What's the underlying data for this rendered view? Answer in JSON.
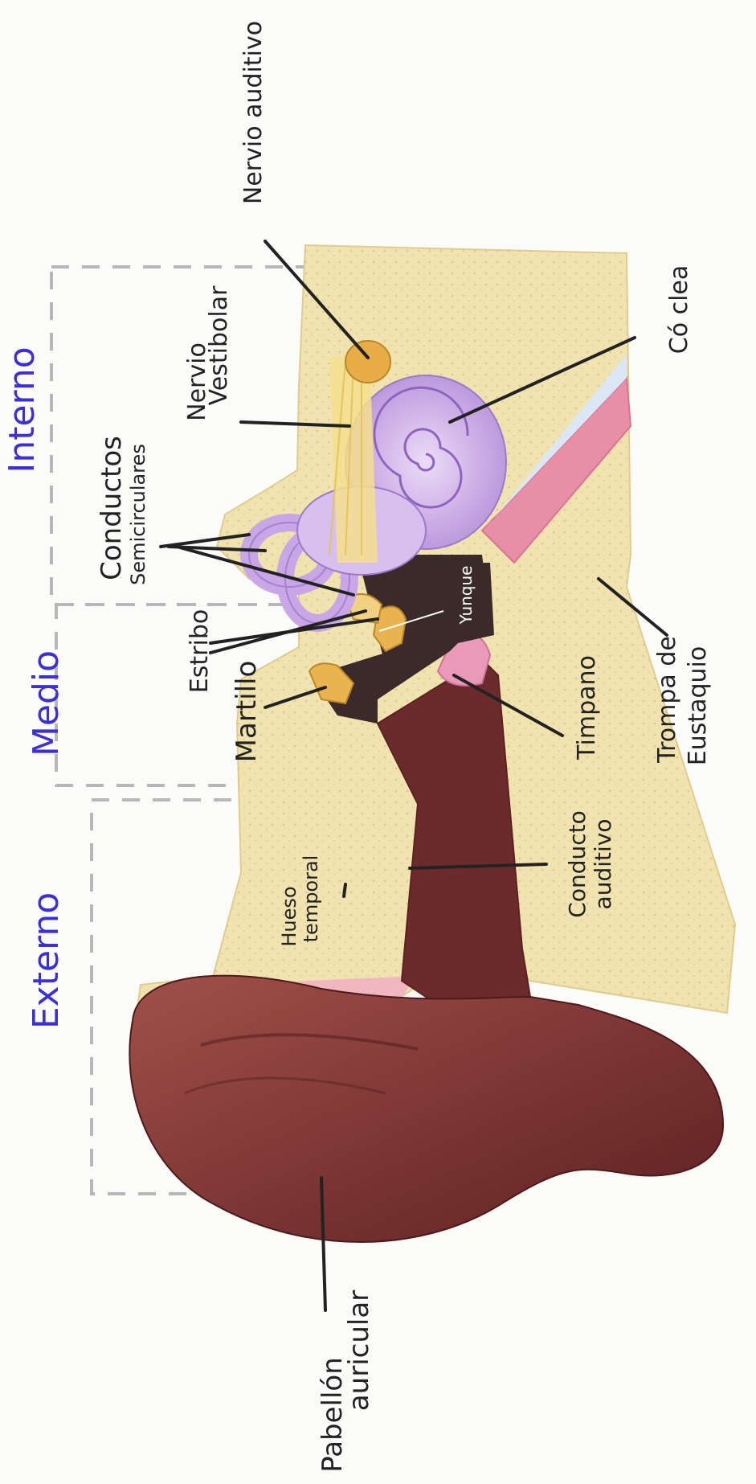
{
  "sections": {
    "externo": "Externo",
    "medio": "Medio",
    "interno": "Interno"
  },
  "labels": {
    "nervio_auditivo": "Nervio auditivo",
    "nervio_vestibular_1": "Nervio",
    "nervio_vestibular_2": "Vestibolar",
    "conductos_1": "Conductos",
    "conductos_2": "Semicirculares",
    "coclea": "Có clea",
    "estribo": "Estribo",
    "yunque": "Yunque",
    "martillo": "Martillo",
    "timpano": "Timpano",
    "trompa_1": "Trompa de",
    "trompa_2": "Eustaquio",
    "hueso_1": "Hueso",
    "hueso_2": "temporal",
    "conducto_1": "Conducto",
    "conducto_2": "auditivo",
    "pabellon_1": "Pabellón",
    "pabellon_2": "auricular"
  },
  "colors": {
    "section_ink": "#3b2fd6",
    "label_ink": "#222222",
    "bone": "#f1e3b0",
    "auricle": "#7c2f2c",
    "cochlea": "#c9a6e6",
    "tympanum": "#e99ab9",
    "ossicles": "#e9b34f"
  }
}
